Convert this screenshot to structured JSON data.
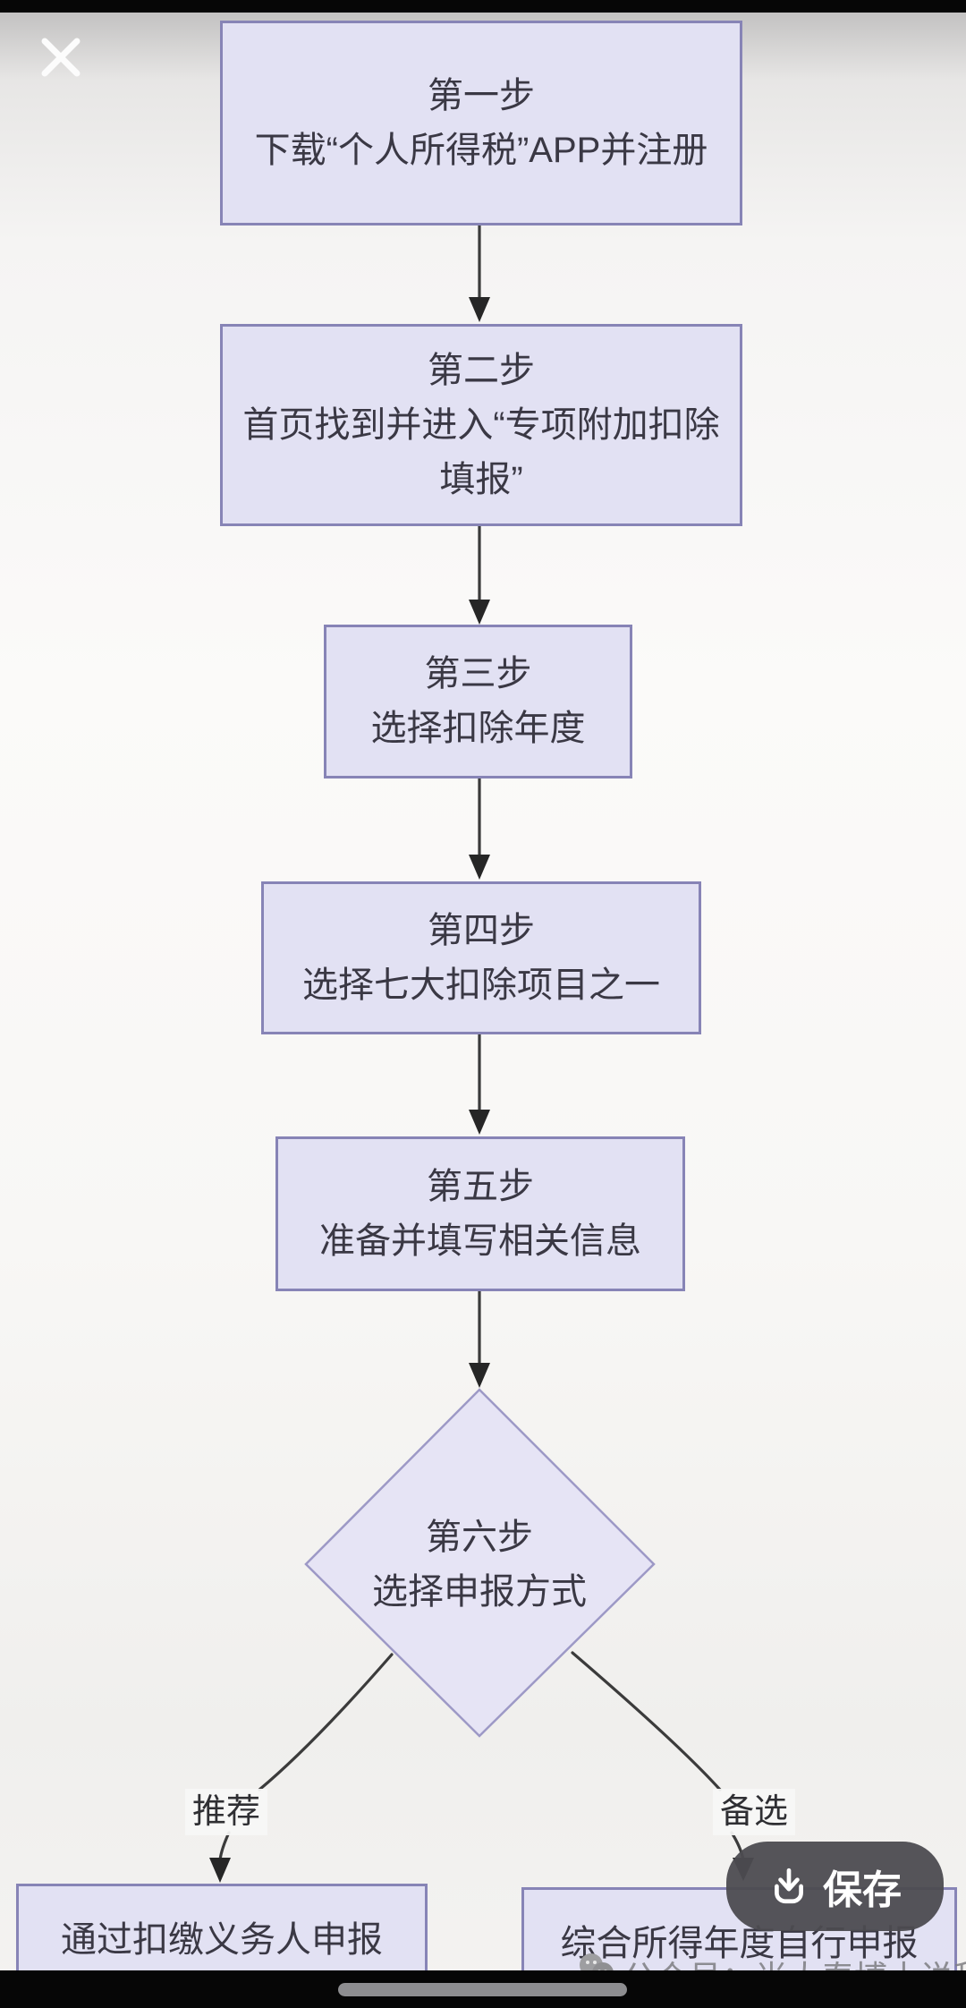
{
  "viewer": {
    "save_label": "保存"
  },
  "flowchart": {
    "steps": [
      {
        "title": "第一步",
        "desc": "下载“个人所得税”APP并注册"
      },
      {
        "title": "第二步",
        "desc": "首页找到并进入“专项附加扣除填报”"
      },
      {
        "title": "第三步",
        "desc": "选择扣除年度"
      },
      {
        "title": "第四步",
        "desc": "选择七大扣除项目之一"
      },
      {
        "title": "第五步",
        "desc": "准备并填写相关信息"
      },
      {
        "title": "第六步",
        "desc": "选择申报方式",
        "shape": "diamond"
      }
    ],
    "branches": [
      {
        "label": "推荐",
        "result": "通过扣缴义务人申报"
      },
      {
        "label": "备选",
        "result": "综合所得年度自行申报"
      }
    ]
  },
  "watermark": {
    "text": "公众号：尚大春博士说税"
  },
  "colors": {
    "node_fill": "#e2e1f3",
    "node_border": "#8784b6",
    "diamond_fill": "#e6e4f5",
    "line": "#3b3b3b",
    "save_button_bg": "#4c4b50",
    "background_top": "#bcbbbb",
    "background_mid": "#fbfaf9"
  }
}
